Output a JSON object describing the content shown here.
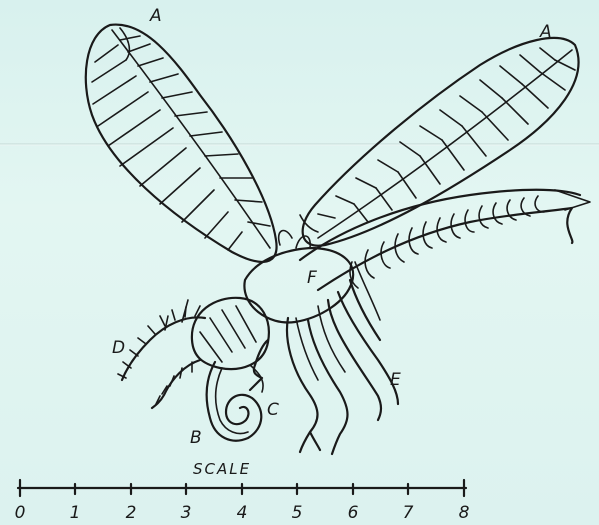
{
  "labels": {
    "wing_left": "A",
    "wing_right": "A",
    "antenna": "D",
    "proboscis_base": "B",
    "proboscis_coil": "C",
    "legs": "E",
    "thorax": "F"
  },
  "scale": {
    "title": "SCALE",
    "ticks": [
      "0",
      "1",
      "2",
      "3",
      "4",
      "5",
      "6",
      "7",
      "8"
    ]
  },
  "colors": {
    "paper": "#dff4f0",
    "ink": "#1a1a1a"
  }
}
